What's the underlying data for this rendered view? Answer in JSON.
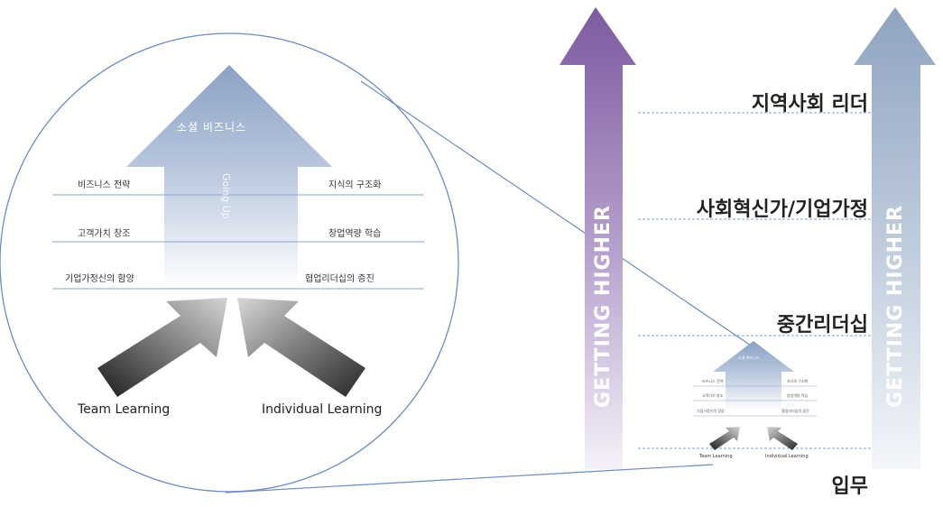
{
  "main": {
    "top_label": "소셜 비즈니스",
    "going_up": "Going Up",
    "rows": [
      {
        "left": "비즈니스 전략",
        "right": "지식의 구조화"
      },
      {
        "left": "고객가치 창조",
        "right": "창업역량 학습"
      },
      {
        "left": "기업가정신의 함양",
        "right": "협업리더십의 증진"
      }
    ],
    "team_label": "Team Learning",
    "individual_label": "Individual Learning"
  },
  "levels": {
    "level1": "지역사회 리더",
    "level2": "사회혁신가/기업가정",
    "level3": "중간리더십",
    "level4": "입무"
  },
  "arrows": {
    "left_text": "GETTING HIGHER",
    "right_text": "GETTING HIGHER"
  },
  "colors": {
    "purple": "#8a6aa8",
    "blue_gray": "#8fa6c2",
    "steel": "#8aa0c0",
    "line": "#6b8cbf",
    "dashed": "#7c9cc9"
  }
}
